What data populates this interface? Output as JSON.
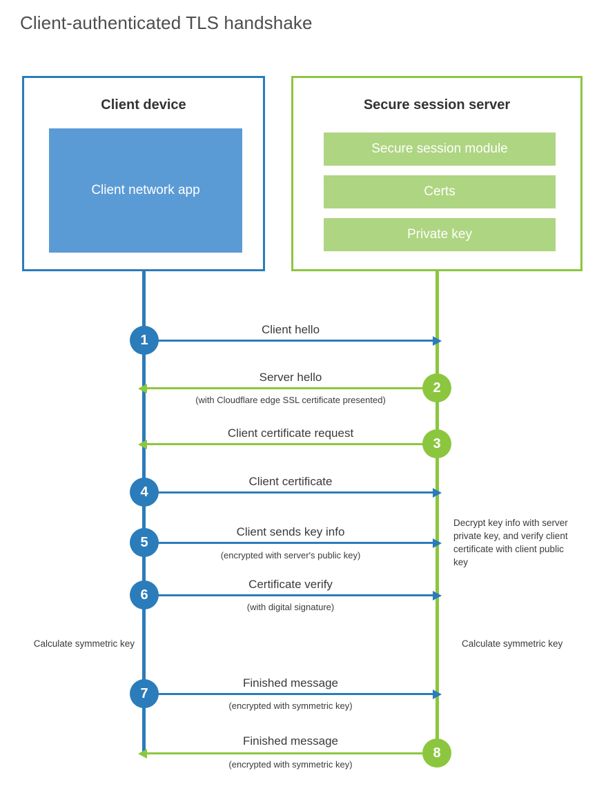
{
  "title": "Client-authenticated TLS handshake",
  "colors": {
    "blue": "#2b7cba",
    "blue_fill": "#5b9bd5",
    "green": "#8cc63f",
    "green_fill": "#aed581",
    "text": "#3a3a3a",
    "title_text": "#4d4d4d"
  },
  "entities": {
    "client": {
      "title": "Client device",
      "block_label": "Client network app"
    },
    "server": {
      "title": "Secure session server",
      "blocks": [
        {
          "label": "Secure session module"
        },
        {
          "label": "Certs"
        },
        {
          "label": "Private key"
        }
      ]
    }
  },
  "notes": {
    "decrypt": "Decrypt key info with server private key, and verify client certificate with client public key",
    "calculate_client": "Calculate symmetric key",
    "calculate_server": "Calculate symmetric key"
  },
  "chart_data": {
    "type": "sequence-diagram",
    "title": "Client-authenticated TLS handshake",
    "actors": [
      "Client device",
      "Secure session server"
    ],
    "steps": [
      {
        "number": "1",
        "label": "Client hello",
        "sublabel": "",
        "from": "client",
        "to": "server",
        "color": "#2b7cba"
      },
      {
        "number": "2",
        "label": "Server hello",
        "sublabel": "(with Cloudflare edge SSL certificate presented)",
        "from": "server",
        "to": "client",
        "color": "#8cc63f"
      },
      {
        "number": "3",
        "label": "Client certificate request",
        "sublabel": "",
        "from": "server",
        "to": "client",
        "color": "#8cc63f"
      },
      {
        "number": "4",
        "label": "Client certificate",
        "sublabel": "",
        "from": "client",
        "to": "server",
        "color": "#2b7cba"
      },
      {
        "number": "5",
        "label": "Client sends key info",
        "sublabel": "(encrypted with server's public key)",
        "from": "client",
        "to": "server",
        "color": "#2b7cba"
      },
      {
        "number": "6",
        "label": "Certificate verify",
        "sublabel": "(with digital signature)",
        "from": "client",
        "to": "server",
        "color": "#2b7cba"
      },
      {
        "number": "7",
        "label": "Finished message",
        "sublabel": "(encrypted with symmetric key)",
        "from": "client",
        "to": "server",
        "color": "#2b7cba"
      },
      {
        "number": "8",
        "label": "Finished message",
        "sublabel": "(encrypted with symmetric key)",
        "from": "server",
        "to": "client",
        "color": "#8cc63f"
      }
    ]
  }
}
